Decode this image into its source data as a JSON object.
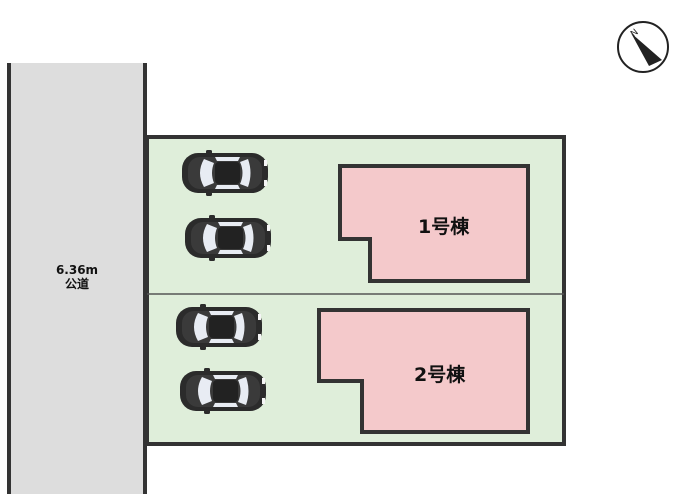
{
  "road": {
    "width_label": "6.36m",
    "type_label": "公道"
  },
  "buildings": [
    {
      "label": "1号棟"
    },
    {
      "label": "2号棟"
    }
  ],
  "compass": {
    "north_label": "N",
    "icon": "compass-north-icon"
  },
  "parking": {
    "lot1_cars": 2,
    "lot2_cars": 2,
    "icon": "car-icon"
  },
  "colors": {
    "lot_fill": "#dfeeda",
    "building_fill": "#f4c9cb",
    "road_fill": "#dddddd",
    "outline": "#333333"
  }
}
